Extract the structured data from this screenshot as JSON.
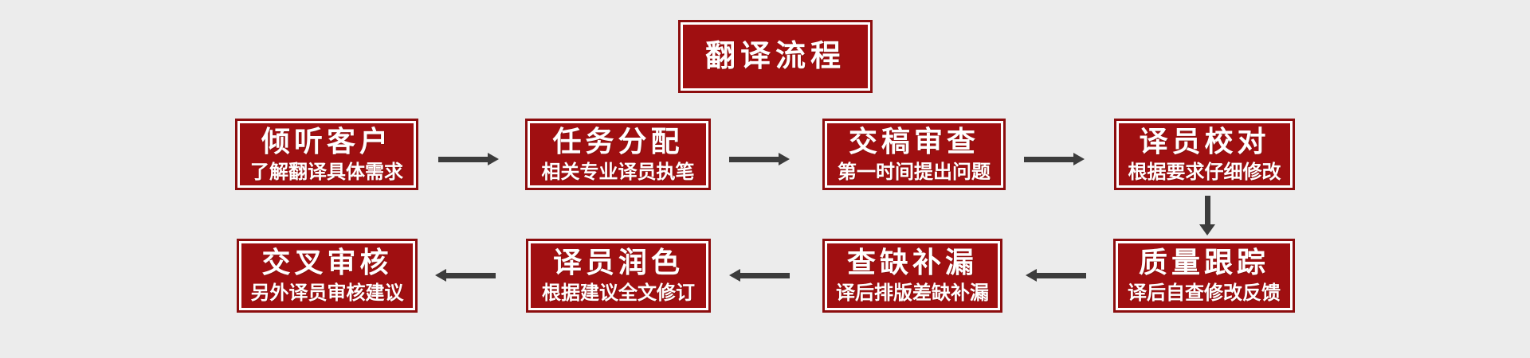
{
  "page": {
    "background_color": "#ececec"
  },
  "colors": {
    "box_fill": "#a00f11",
    "box_border": "#8c0d0e",
    "box_inner_line": "#ffffff",
    "text": "#ffffff",
    "arrow": "#3c3c3c"
  },
  "title": {
    "label": "翻译流程"
  },
  "flow": {
    "row1": [
      {
        "title": "倾听客户",
        "subtitle": "了解翻译具体需求"
      },
      {
        "title": "任务分配",
        "subtitle": "相关专业译员执笔"
      },
      {
        "title": "交稿审查",
        "subtitle": "第一时间提出问题"
      },
      {
        "title": "译员校对",
        "subtitle": "根据要求仔细修改"
      }
    ],
    "row2": [
      {
        "title": "交叉审核",
        "subtitle": "另外译员审核建议"
      },
      {
        "title": "译员润色",
        "subtitle": "根据建议全文修订"
      },
      {
        "title": "查缺补漏",
        "subtitle": "译后排版差缺补漏"
      },
      {
        "title": "质量跟踪",
        "subtitle": "译后自查修改反馈"
      }
    ]
  }
}
